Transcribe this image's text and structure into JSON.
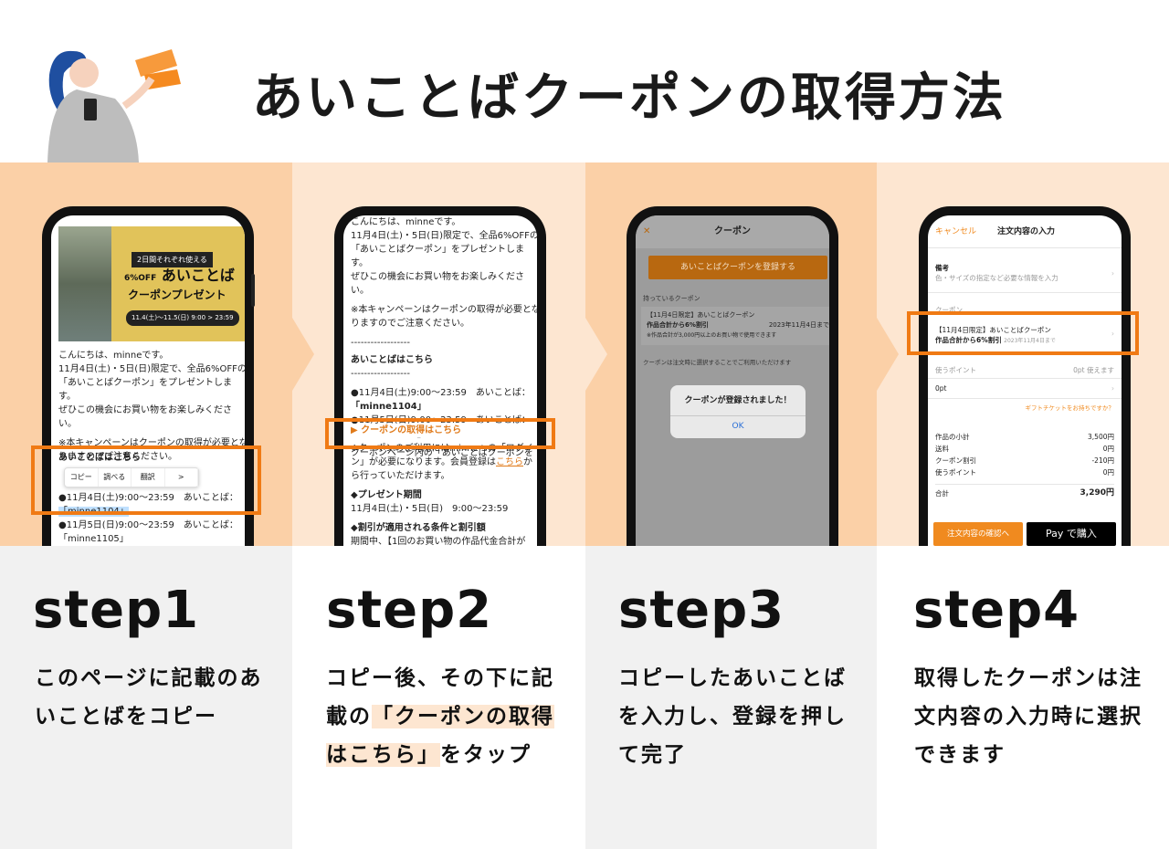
{
  "title": "あいことばクーポンの取得方法",
  "colors": {
    "accent": "#f07a14",
    "band_dark": "#fbd0a7",
    "band_light": "#fde6d1",
    "gray_bg": "#f1f1f1"
  },
  "steps": [
    {
      "label": "step1",
      "desc": "このページに記載のあいことばをコピー"
    },
    {
      "label": "step2",
      "desc_pre": "コピー後、その下に記載の",
      "desc_hl": "「クーポンの取得はこちら」",
      "desc_post": "をタップ"
    },
    {
      "label": "step3",
      "desc": "コピーしたあいことばを入力し、登録を押して完了"
    },
    {
      "label": "step4",
      "desc": "取得したクーポンは注文内容の入力時に選択できます"
    }
  ],
  "phone1": {
    "banner_tag": "2日間それぞれ使える",
    "banner_offer": "6%OFF",
    "banner_title": "あいことば",
    "banner_sub": "クーポンプレゼント",
    "banner_date": "11.4(土)〜11.5(日) 9:00 > 23:59",
    "p1": "こんにちは、minneです。",
    "p2": "11月4日(土)・5日(日)限定で、全品6%OFFの",
    "p3": "「あいことばクーポン」をプレゼントします。",
    "p4": "ぜひこの機会にお買い物をお楽しみください。",
    "p5": "※本キャンペーンはクーポンの取得が必要となりますのでご注意ください。",
    "heading": "あいことばはこちら",
    "menu": [
      "コピー",
      "調べる",
      "翻訳",
      ">"
    ],
    "line1": "●11月4日(土)9:00〜23:59　あいことば：",
    "code1": "「minne1104」",
    "line2": "●11月5日(日)9:00〜23:59　あいことば：",
    "code2": "「minne1105」"
  },
  "phone2": {
    "p1": "こんにちは、minneです。",
    "p2": "11月4日(土)・5日(日)限定で、全品6%OFFの",
    "p3": "「あいことばクーポン」をプレゼントします。",
    "p4": "ぜひこの機会にお買い物をお楽しみください。",
    "p5": "※本キャンペーンはクーポンの取得が必要となりますのでご注意ください。",
    "sep": "------------------",
    "heading": "あいことばはこちら",
    "line1": "●11月4日(土)9:00〜23:59　あいことば：",
    "code1": "「minne1104」",
    "line2": "●11月5日(日)9:00〜23:59　あいことば：",
    "code2": "「minne1105」",
    "p6": "クーポンページ内の「あいことばクーポンを追加」ボタンから入力してください。",
    "link": "▶ クーポンの取得はこちら",
    "p7": "※クーポンのご利用にはminneへの「ログイン」が必要になります。会員登録は",
    "p7link": "こちら",
    "p7post": "から行っていただけます。",
    "period_h": "◆プレゼント期間",
    "period": "11月4日(土)・5日(日)　9:00〜23:59",
    "cond_h": "◆割引が適用される条件と割引額",
    "cond": "期間中、【1回のお買い物の作品代金合計が"
  },
  "phone3": {
    "close": "✕",
    "title": "クーポン",
    "register": "あいことばクーポンを登録する",
    "section": "持っているクーポン",
    "card1": "【11月4日限定】あいことばクーポン",
    "card2": "作品合計から6%割引",
    "card_date": "2023年11月4日まで",
    "card3": "※作品合計が3,000円以上のお買い物で使用できます",
    "note": "クーポンは注文時に選択することでご利用いただけます",
    "dialog_title": "クーポンが登録されました！",
    "dialog_ok": "OK"
  },
  "phone4": {
    "cancel": "キャンセル",
    "title": "注文内容の入力",
    "memo": "備考",
    "memo_ph": "色・サイズの指定など必要な情報を入力",
    "coupon_h": "クーポン",
    "coupon1": "【11月4日限定】あいことばクーポン",
    "coupon2": "作品合計から6%割引",
    "coupon_date": "2023年11月4日まで",
    "points_h": "使うポイント",
    "points_avail": "0pt 使えます",
    "points_val": "0pt",
    "gift": "ギフトチケットをお持ちですか？",
    "subtotal_l": "作品の小計",
    "subtotal_v": "3,500円",
    "ship_l": "送料",
    "ship_v": "0円",
    "cdisc_l": "クーポン割引",
    "cdisc_v": "-210円",
    "pts_l": "使うポイント",
    "pts_v": "0円",
    "total_l": "合計",
    "total_v": "3,290円",
    "confirm_btn": "注文内容の確認へ",
    "applepay_btn": "Pay で購入"
  }
}
